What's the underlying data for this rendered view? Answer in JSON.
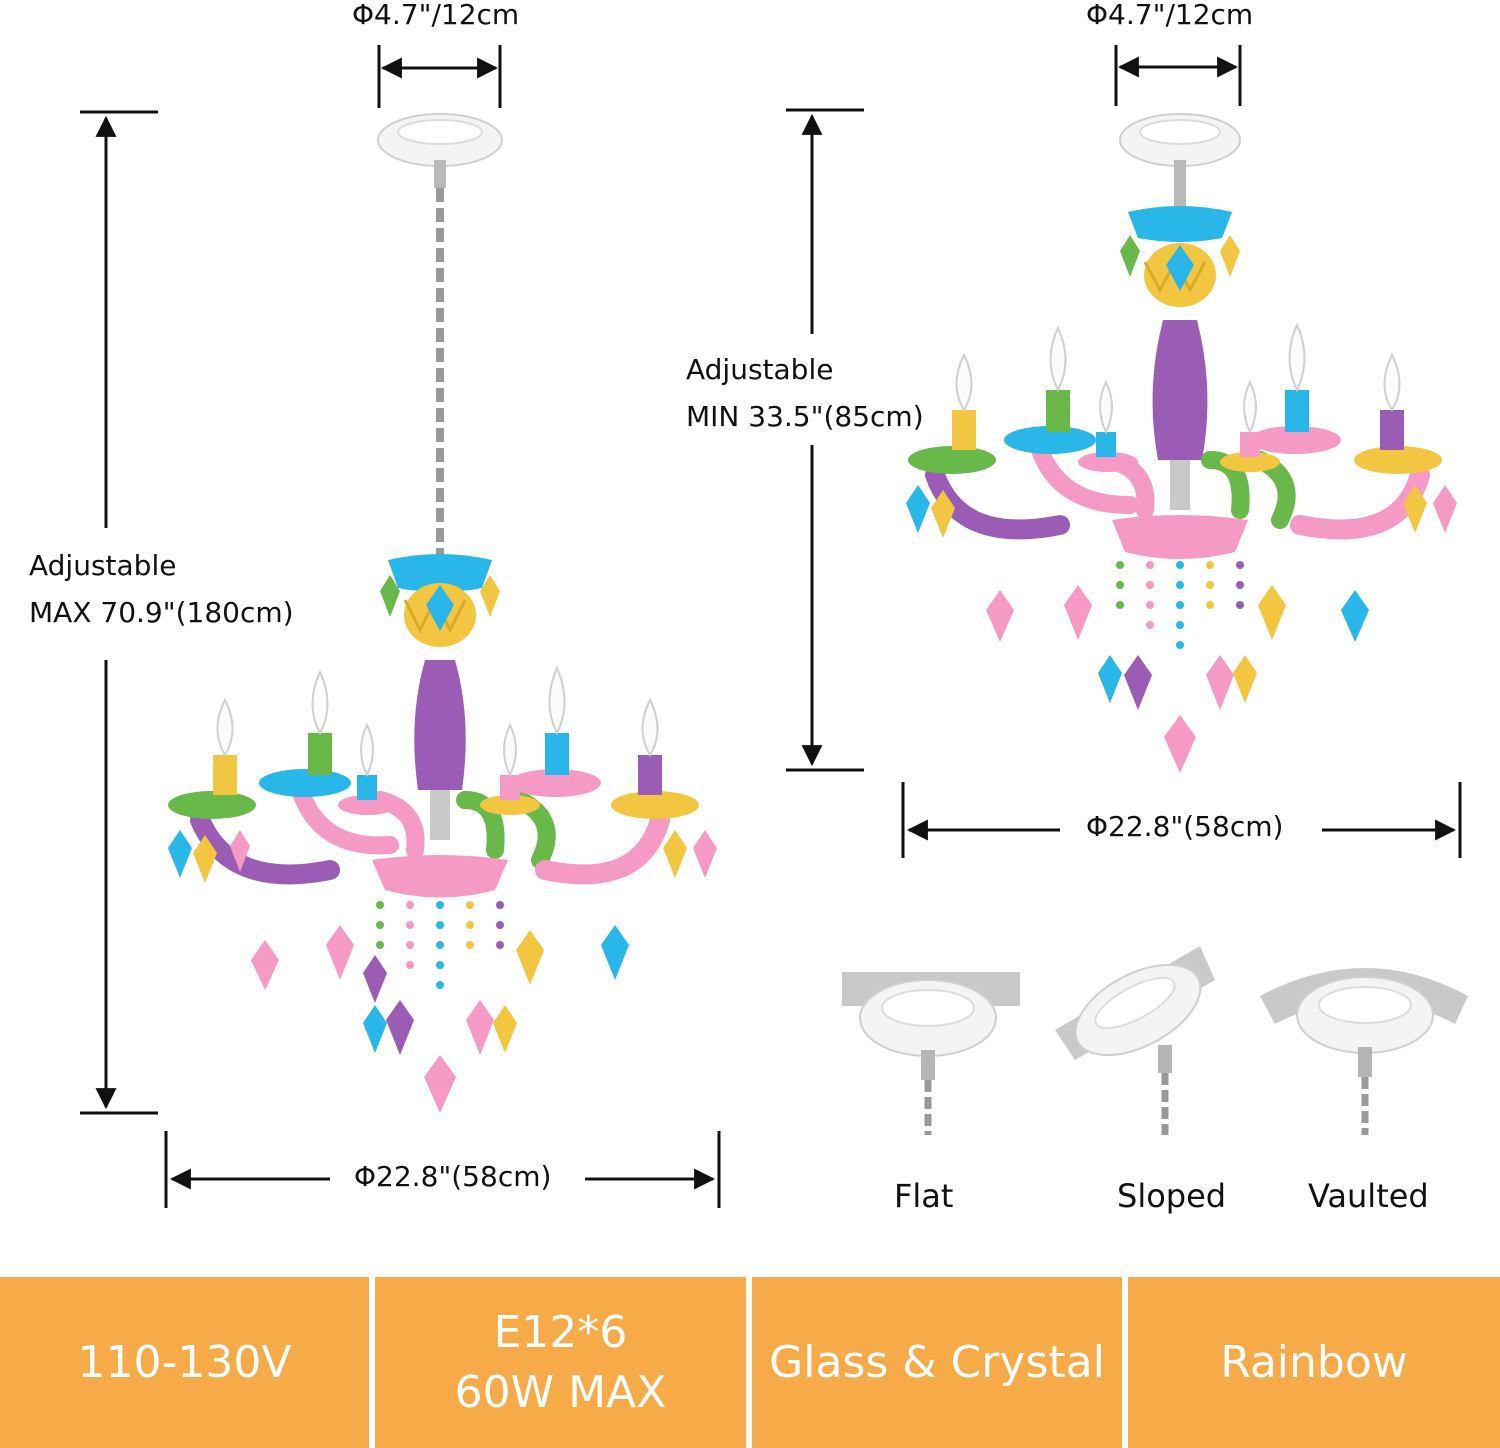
{
  "left_chandelier": {
    "canopy_dim": "Φ4.7\"/12cm",
    "height_note_line1": "Adjustable",
    "height_note_line2": "MAX 70.9\"(180cm)",
    "width_dim": "Φ22.8\"(58cm)"
  },
  "right_chandelier": {
    "canopy_dim": "Φ4.7\"/12cm",
    "height_note_line1": "Adjustable",
    "height_note_line2": "MIN 33.5\"(85cm)",
    "width_dim": "Φ22.8\"(58cm)"
  },
  "mount_types": [
    {
      "label": "Flat"
    },
    {
      "label": "Sloped"
    },
    {
      "label": "Vaulted"
    }
  ],
  "specs": [
    {
      "line1": "110-130V",
      "line2": ""
    },
    {
      "line1": "E12*6",
      "line2": "60W MAX"
    },
    {
      "line1": "Glass & Crystal",
      "line2": ""
    },
    {
      "line1": "Rainbow",
      "line2": ""
    }
  ],
  "colors": {
    "spec_bar": "#f7ab48",
    "blue": "#29b6e8",
    "pink": "#f59ac4",
    "green": "#69b84a",
    "yellow": "#f2c640",
    "purple": "#9a5cb4"
  }
}
